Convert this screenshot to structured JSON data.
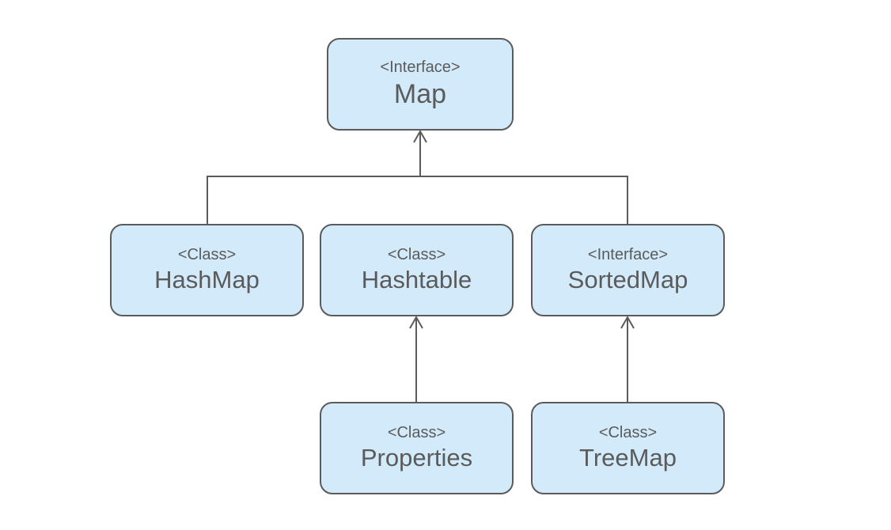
{
  "diagram": {
    "nodes": {
      "map": {
        "stereotype": "<Interface>",
        "name": "Map"
      },
      "hashmap": {
        "stereotype": "<Class>",
        "name": "HashMap"
      },
      "hashtable": {
        "stereotype": "<Class>",
        "name": "Hashtable"
      },
      "sortedmap": {
        "stereotype": "<Interface>",
        "name": "SortedMap"
      },
      "properties": {
        "stereotype": "<Class>",
        "name": "Properties"
      },
      "treemap": {
        "stereotype": "<Class>",
        "name": "TreeMap"
      }
    },
    "edges": [
      {
        "from": "hashmap",
        "to": "map"
      },
      {
        "from": "sortedmap",
        "to": "map"
      },
      {
        "from": "properties",
        "to": "hashtable"
      },
      {
        "from": "treemap",
        "to": "sortedmap"
      }
    ],
    "colors": {
      "node_fill": "#d2eaf9",
      "stroke": "#5b5b5b",
      "text": "#5b5b5b",
      "background": "#ffffff"
    }
  }
}
